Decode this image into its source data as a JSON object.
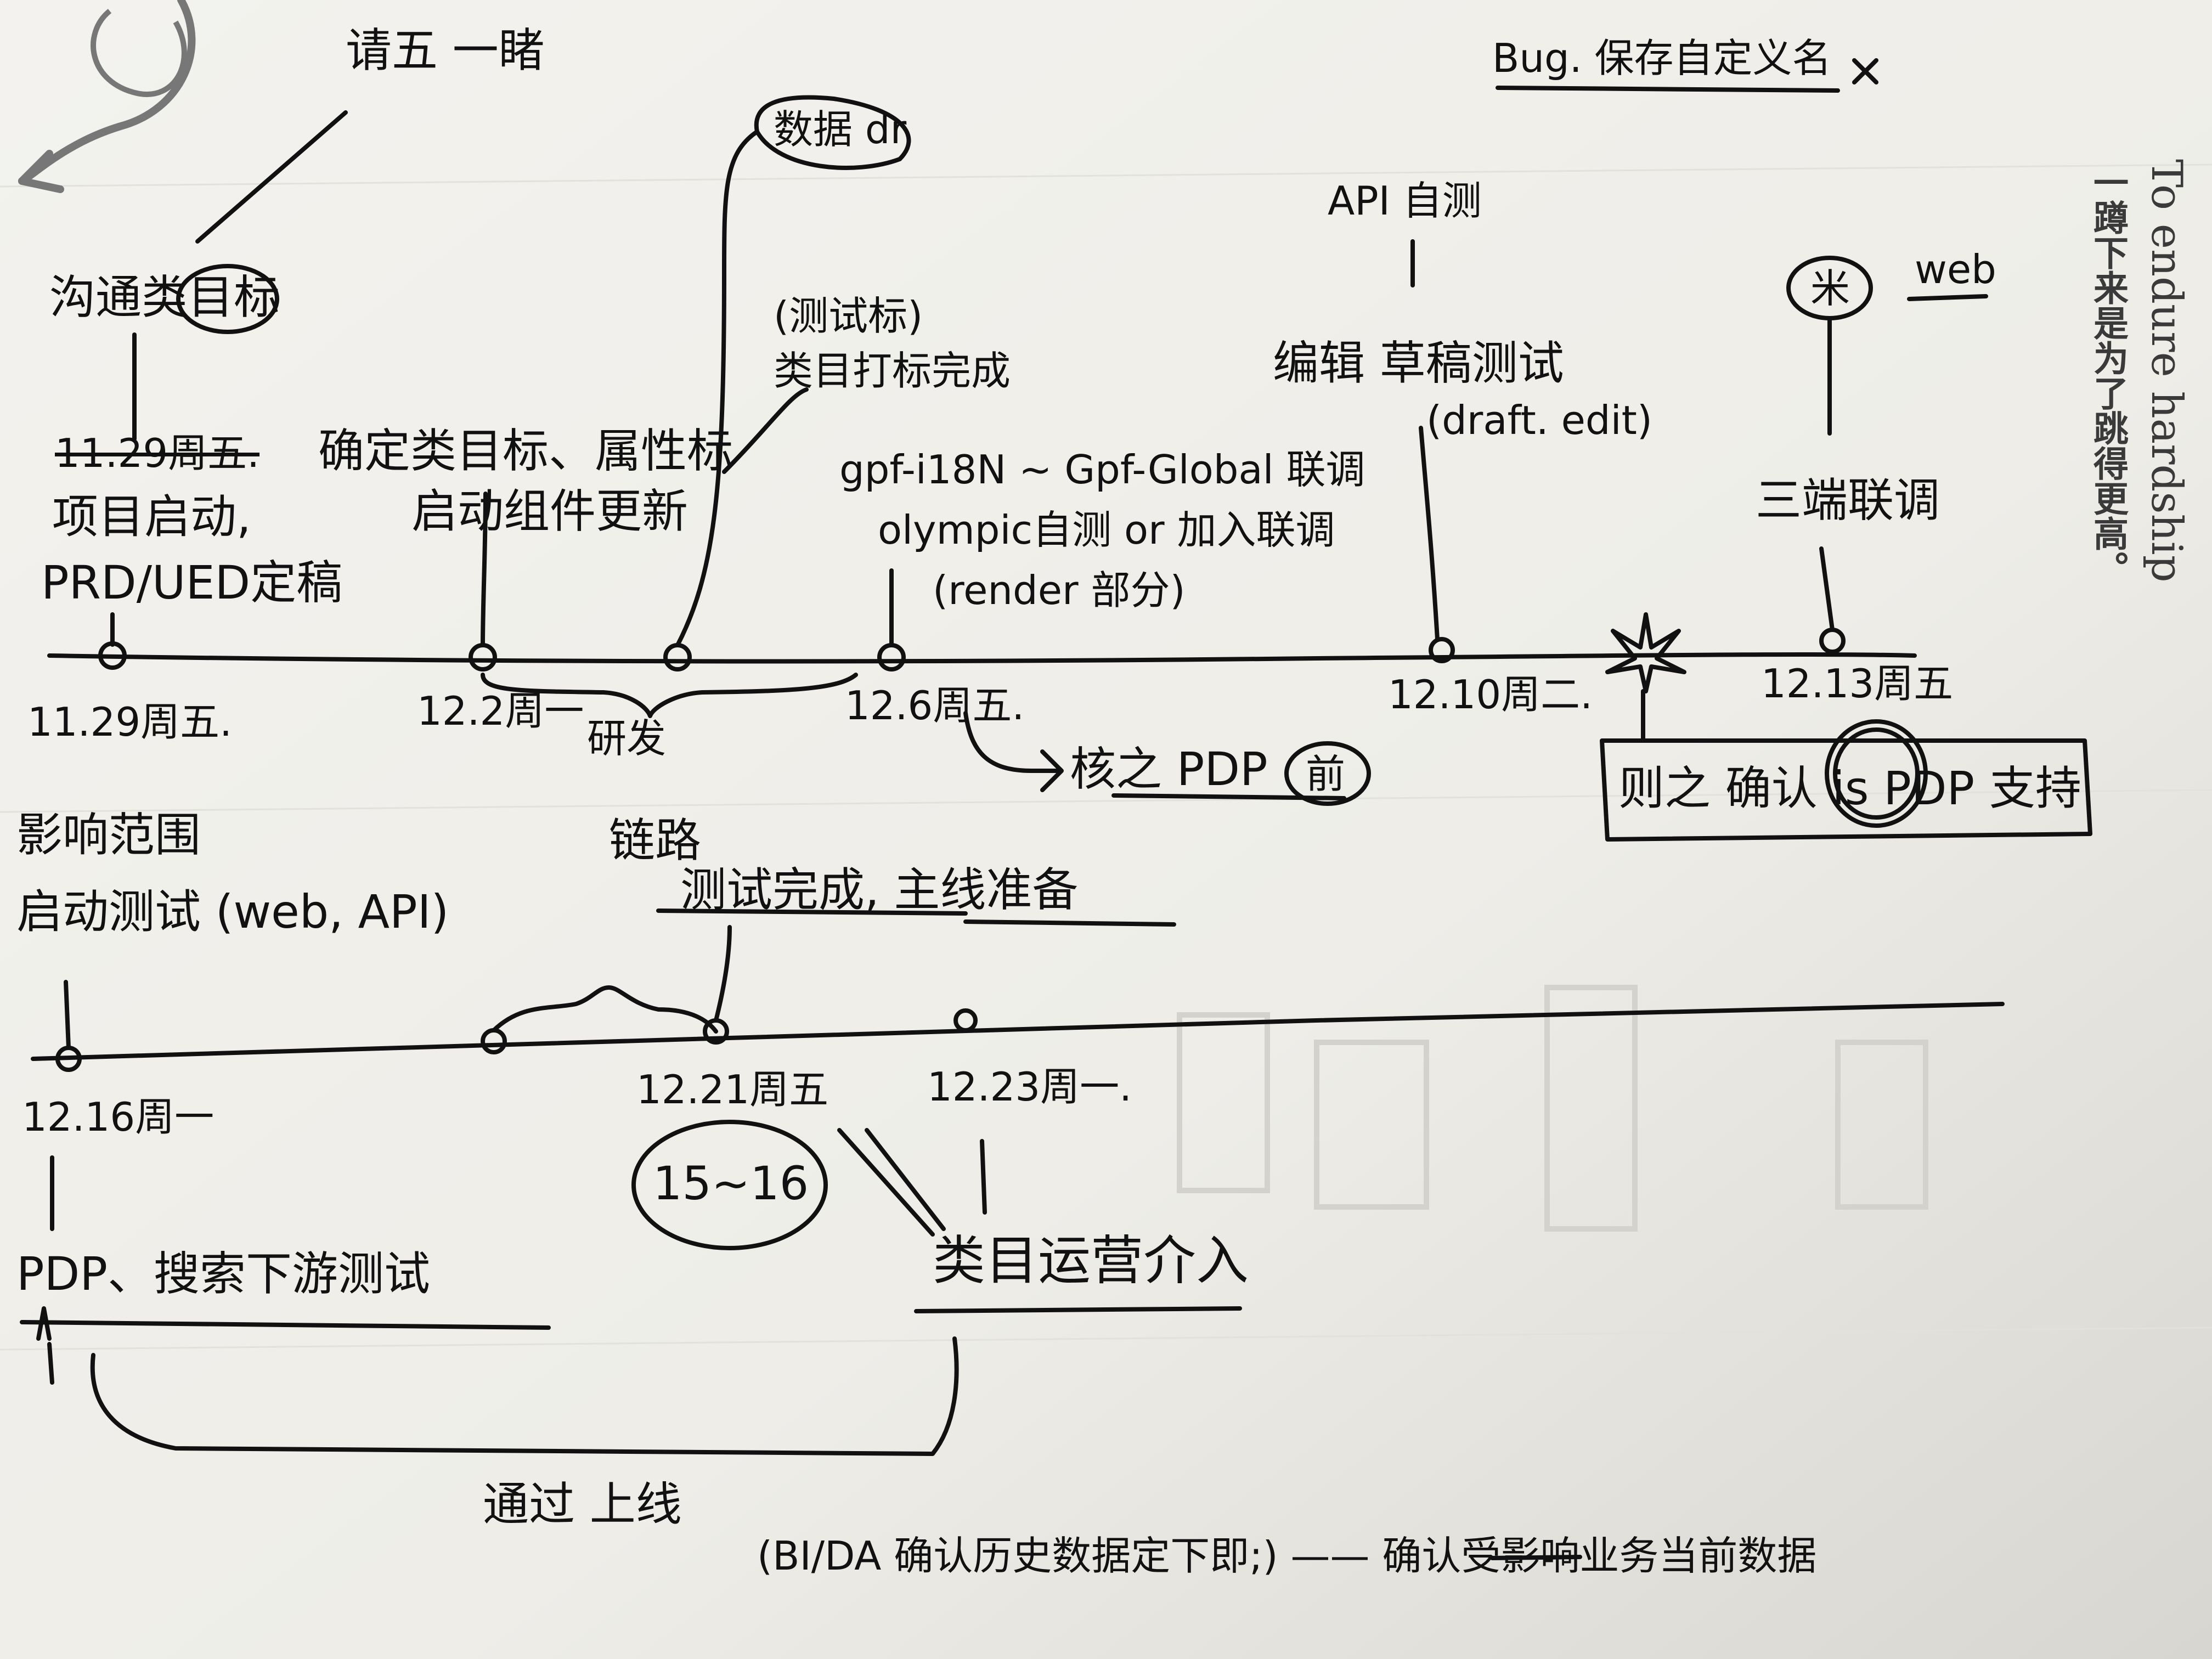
{
  "notes": {
    "top_left": "请五 一睹",
    "goal_circle": "沟通类目标",
    "bug_note": "Bug. 保存自定义名",
    "star_label": "数据 dr",
    "test_target": "(测试标)",
    "target_done": "类目打标完成",
    "api_self_test": "API 自测",
    "editor_test": "编辑 草稿测试",
    "draft_edit": "(draft. edit)",
    "web_label": "web",
    "mi_circle": "米",
    "strike_date": "11.29周五.",
    "project_start": "项目启动,",
    "prd_final": "PRD/UED定稿",
    "confirm_targets": "确定类目标、属性标",
    "component_update": "启动组件更新",
    "gpf_line": "gpf-i18N ~ Gpf-Global 联调",
    "olympic_line": "olympic自测 or 加入联调",
    "render_part": "(render 部分)",
    "three_end": "三端联调",
    "dev_label": "研发",
    "pdp_review": "核之 PDP",
    "front_circle": "前",
    "confirm_box": "则之 确认 is PDP 支持",
    "impact_scope": "影响范围",
    "start_test": "启动测试 (web, API)",
    "link_label": "链路",
    "test_done": "测试完成, 主线准备",
    "range_circle": "15~16",
    "pdp_search": "PDP、搜索下游测试",
    "category_ops": "类目运营介入",
    "pass_note": "通过 上线",
    "bi_line": "(BI/DA 确认历史数据定下即;) —— 确认受影响业务当前数据"
  },
  "timeline1_dates": [
    "11.29周五.",
    "12.2周一",
    "12.6周五.",
    "12.10周二.",
    "12.13周五"
  ],
  "timeline2_dates": [
    "12.16周一",
    "12.21周五",
    "12.23周一."
  ],
  "printed_text": {
    "en": "To endure hardship",
    "cn": "一蹲下来是为了跳得更高。"
  },
  "colors": {
    "paper": "#f2f1ec",
    "ink": "#111111",
    "faint": "#c9c7c1"
  }
}
